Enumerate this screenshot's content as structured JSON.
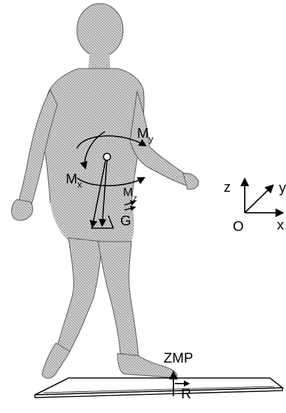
{
  "figure": {
    "type": "biomechanics diagram",
    "background": "#ffffff",
    "figure_fill": "#bdbdbd",
    "line_color": "#000000",
    "labels": {
      "moment_y": {
        "main": "M",
        "sub": "y"
      },
      "moment_x": {
        "main": "M",
        "sub": "x"
      },
      "moment_z": {
        "main": "M",
        "sub": "z"
      },
      "center_of_gravity": "G",
      "zmp": "ZMP",
      "reaction": "R"
    },
    "axes": {
      "z": "z",
      "y": "y",
      "x": "x",
      "origin": "O"
    }
  }
}
